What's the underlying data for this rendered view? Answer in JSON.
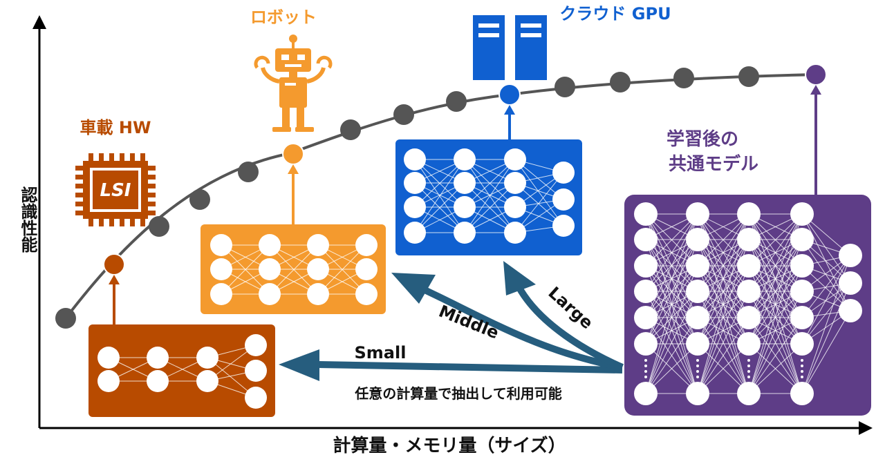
{
  "axes": {
    "x_label": "計算量・メモリ量（サイズ）",
    "y_label": "認識性能"
  },
  "targets": {
    "car": {
      "label": "車載 HW",
      "chip_text": "LSI"
    },
    "robot": {
      "label": "ロボット"
    },
    "cloud": {
      "label": "クラウド GPU"
    },
    "common": {
      "label_line1": "学習後の",
      "label_line2": "共通モデル"
    }
  },
  "arrows": {
    "small": "Small",
    "middle": "Middle",
    "large": "Large",
    "caption": "任意の計算量で抽出して利用可能"
  },
  "colors": {
    "car": "#b84b00",
    "robot": "#f49a2e",
    "cloud": "#1060d0",
    "common": "#5e3d87",
    "curve": "#555555",
    "arrow": "#265d7e",
    "axis": "#000000"
  }
}
